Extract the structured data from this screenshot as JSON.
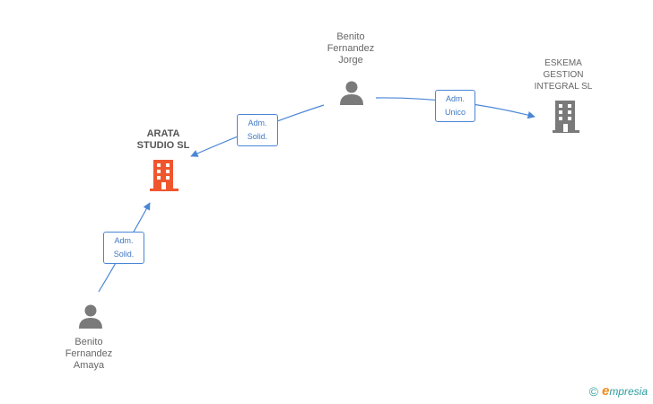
{
  "colors": {
    "edge": "#4a86d6",
    "person": "#7a7a7a",
    "company": "#7a7a7a",
    "focus_company": "#f0562e",
    "brand_teal": "#2d9ea0",
    "brand_orange": "#f28a1c"
  },
  "nodes": {
    "benito_jorge": {
      "label": "Benito\nFernandez\nJorge",
      "icon": "person-icon"
    },
    "eskema": {
      "label": "ESKEMA\nGESTION\nINTEGRAL SL",
      "icon": "building-icon"
    },
    "arata": {
      "label": "ARATA\nSTUDIO SL",
      "icon": "building-icon"
    },
    "benito_amaya": {
      "label": "Benito\nFernandez\nAmaya",
      "icon": "person-icon"
    }
  },
  "edges": {
    "jorge_to_arata": {
      "label": "Adm.\nSolid."
    },
    "jorge_to_eskema": {
      "label": "Adm.\nUnico"
    },
    "amaya_to_arata": {
      "label": "Adm.\nSolid."
    }
  },
  "brand": {
    "copyright": "©",
    "initial": "e",
    "rest": "mpresia"
  }
}
